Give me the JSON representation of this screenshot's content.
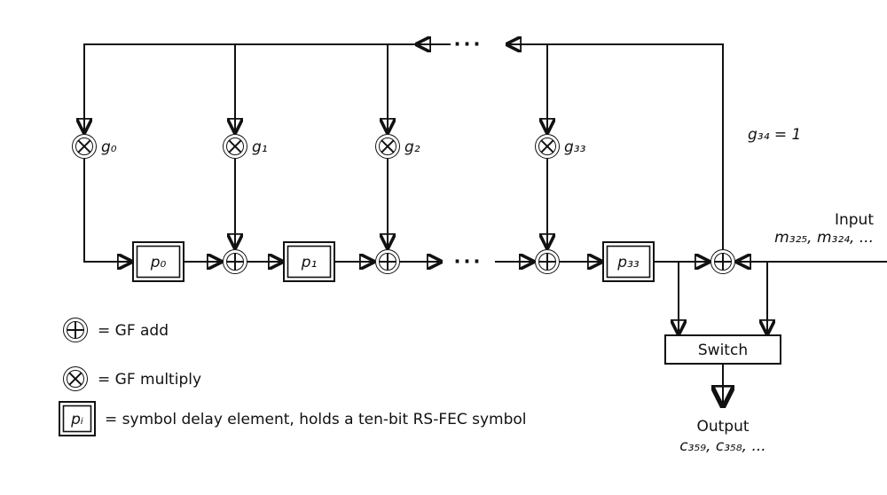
{
  "figure": {
    "ellipsis_top": "···",
    "ellipsis_main": "···",
    "g34_label": "g₃₄ = 1",
    "multipliers": [
      {
        "label": "g₀"
      },
      {
        "label": "g₁"
      },
      {
        "label": "g₂"
      },
      {
        "label": "g₃₃"
      }
    ],
    "delays": [
      {
        "label": "p₀"
      },
      {
        "label": "p₁"
      },
      {
        "label": "p₃₃"
      }
    ],
    "input_title": "Input",
    "input_sequence": "m₃₂₅, m₃₂₄, ...",
    "switch_label": "Switch",
    "output_title": "Output",
    "output_sequence": "c₃₅₉, c₃₅₈, ..."
  },
  "legend": {
    "add_text": "= GF add",
    "multiply_text": "= GF multiply",
    "delay_symbol": "pᵢ",
    "delay_text": "= symbol delay element, holds a ten-bit RS-FEC symbol"
  }
}
